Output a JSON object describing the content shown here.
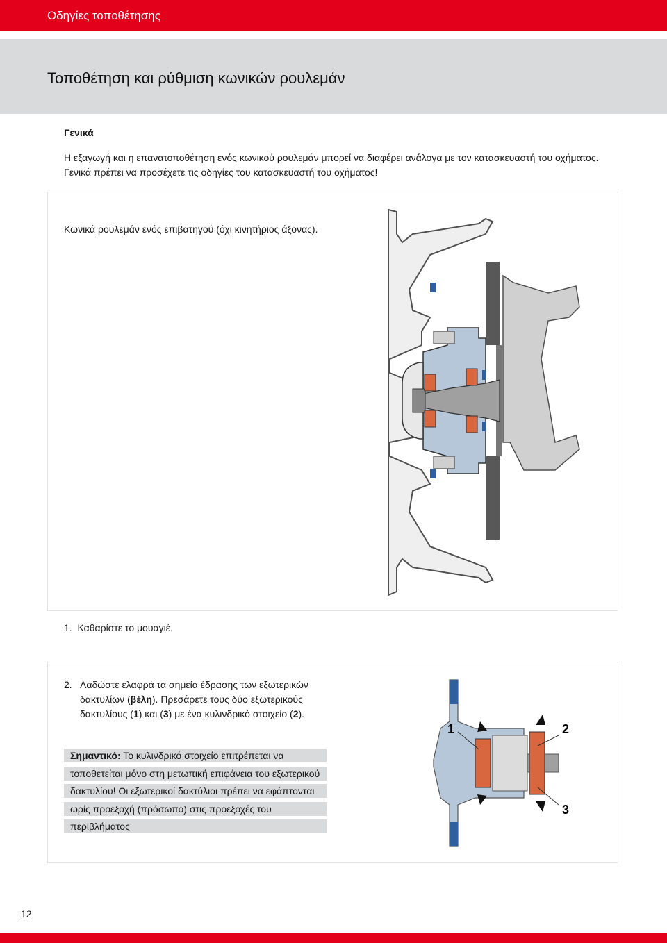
{
  "header": {
    "section": "Οδηγίες τοποθέτησης"
  },
  "page": {
    "title": "Τοποθέτηση και ρύθμιση κωνικών ρουλεμάν",
    "subheading": "Γενικά",
    "intro": [
      "Η εξαγωγή και η επανατοποθέτηση ενός κωνικού ρουλεμάν μπορεί να διαφέρει ανάλογα με τον κατασκευαστή του οχήματος.",
      "Γενικά πρέπει να προσέχετε τις οδηγίες του κατασκευαστή του οχήματος!"
    ],
    "figure1_caption": "Κωνικά ρουλεμάν ενός επιβατηγού (όχι κινητήριος άξονας).",
    "step1": {
      "num": "1.",
      "text": "Καθαρίστε το μουαγιέ."
    },
    "step2": {
      "num": "2.",
      "t1": "Λαδώστε ελαφρά τα σημεία έδρασης των εξωτερικών δακτυλίων (",
      "b1": "βέλη",
      "t2": "). Πρεσάρετε τους δύο εξωτερικούς δακτυλίους (",
      "b2": "1",
      "t3": ") και (",
      "b3": "3",
      "t4": ") με ένα κυλινδρικό στοιχείο (",
      "b4": "2",
      "t5": ")."
    },
    "notice": {
      "label": "Σημαντικό:",
      "lines": [
        " Το κυλινδρικό στοιχείο επιτρέπεται να",
        "τοποθετείται μόνο στη μετωπική επιφάνεια του εξωτερικού",
        "δακτυλίου! Οι εξωτερικοί δακτύλιοι πρέπει να εφάπτονται",
        "ωρίς προεξοχή (πρόσωπο) στις προεξοχές του",
        "περιβλήματος"
      ]
    },
    "figure2_labels": {
      "one": "1",
      "two": "2",
      "three": "3"
    },
    "page_number": "12"
  },
  "colors": {
    "brand_red": "#e2001a",
    "band_grey": "#d9dadb",
    "bearing_orange": "#d8663f",
    "housing_blue": "#b7c7da",
    "seal_blue": "#2f5f9c",
    "metal_grey": "#a0a0a0",
    "dark_metal": "#585858"
  }
}
